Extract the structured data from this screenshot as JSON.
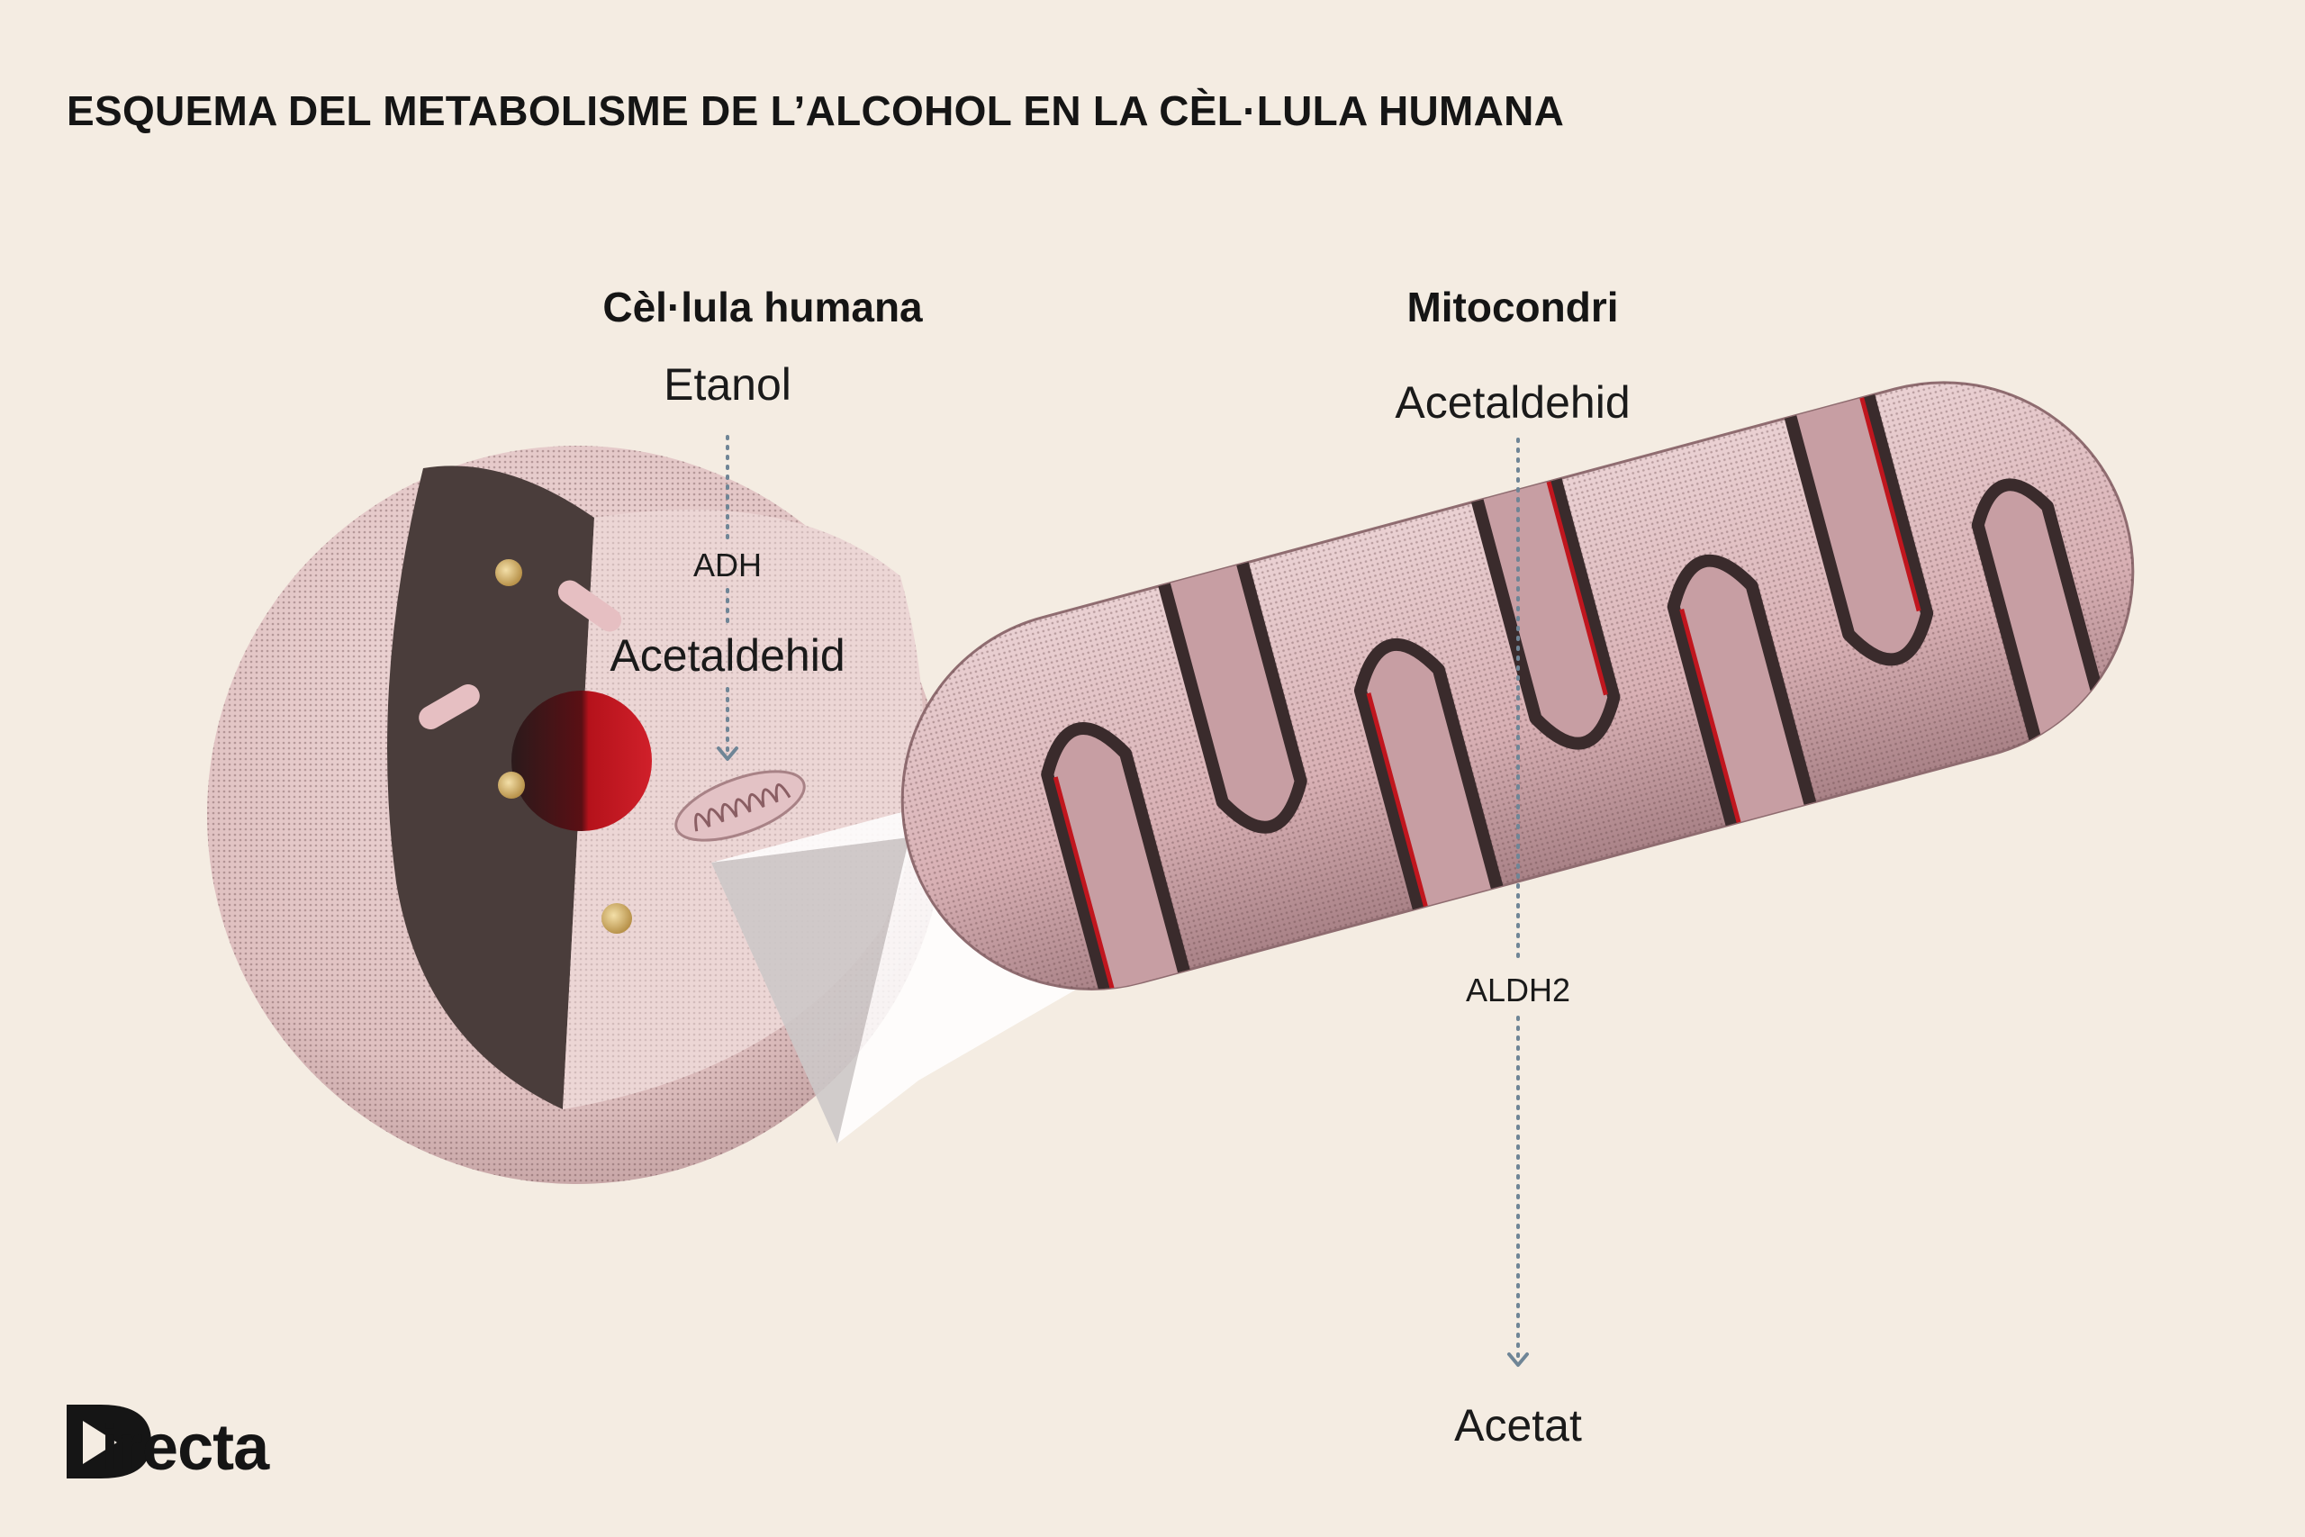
{
  "title": "ESQUEMA DEL METABOLISME DE L’ALCOHOL EN LA CÈL·LULA HUMANA",
  "cell": {
    "heading": "Cèl·lula humana",
    "substrate": "Etanol",
    "enzyme": "ADH",
    "product": "Acetaldehid"
  },
  "mitochondrion": {
    "heading": "Mitocondri",
    "substrate": "Acetaldehid",
    "enzyme": "ALDH2",
    "product": "Acetat"
  },
  "logo": {
    "letter": "D",
    "rest": "irecta"
  },
  "colors": {
    "background": "#f4ece2",
    "cell_light": "#e9cfcf",
    "cell_dark": "#4a3d3b",
    "nucleus_red": "#c0161e",
    "mito_pink": "#d9b2b6",
    "arrow": "#6f8596",
    "text": "#151515"
  }
}
